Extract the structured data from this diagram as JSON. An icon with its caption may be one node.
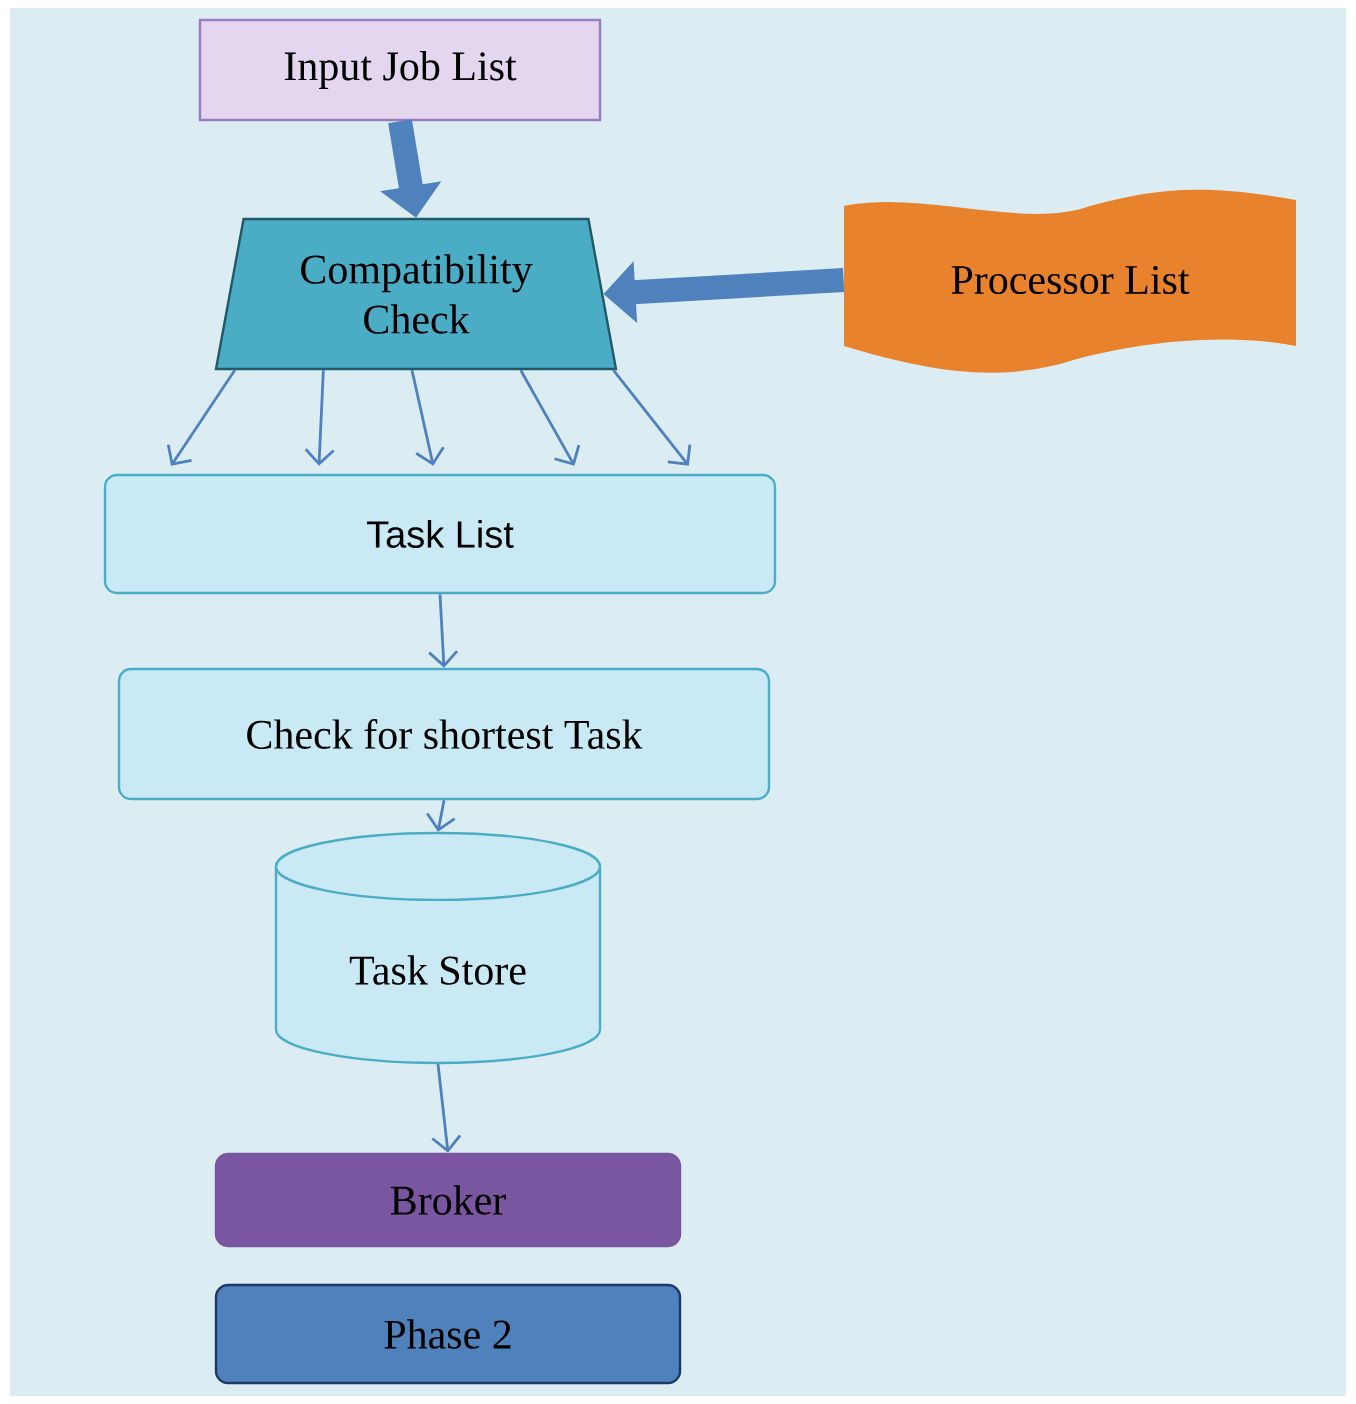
{
  "diagram": {
    "nodes": [
      {
        "text": [
          "Input Job List"
        ]
      },
      {
        "text": [
          "Compatibility Check"
        ]
      },
      {
        "text": [
          "Processor List"
        ]
      },
      {
        "text": [
          "Task List"
        ]
      },
      {
        "text": [
          "Check for shortest Task"
        ]
      },
      {
        "text": [
          "Task Store"
        ]
      },
      {
        "text": [
          "Broker"
        ]
      },
      {
        "text": [
          "Phase 2"
        ]
      }
    ],
    "edges": [
      {
        "from": 0,
        "to": 1,
        "arrow": "to",
        "style": "thick"
      },
      {
        "from": 2,
        "to": 1,
        "arrow": "to",
        "style": "thick"
      },
      {
        "from": 1,
        "to": 3,
        "arrow": "to"
      },
      {
        "from": 1,
        "to": 3,
        "arrow": "to"
      },
      {
        "from": 1,
        "to": 3,
        "arrow": "to"
      },
      {
        "from": 1,
        "to": 3,
        "arrow": "to"
      },
      {
        "from": 1,
        "to": 3,
        "arrow": "to"
      },
      {
        "from": 3,
        "to": 4,
        "arrow": "to"
      },
      {
        "from": 4,
        "to": 5,
        "arrow": "to"
      },
      {
        "from": 5,
        "to": 6,
        "arrow": "to"
      }
    ]
  }
}
